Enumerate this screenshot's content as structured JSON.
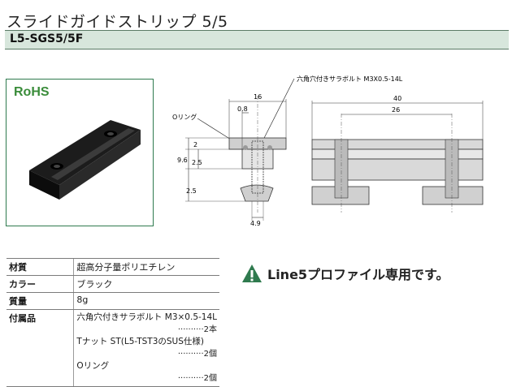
{
  "title": "スライドガイドストリップ 5/5",
  "part_number": "L5-SGS5/5F",
  "badge": {
    "label": "RoHS"
  },
  "drawing": {
    "callout_bolt": "六角穴付きサラボルト M3X0.5-14L",
    "callout_oring": "Oリング",
    "dim_16": "16",
    "dim_0_8": "0.8",
    "dim_2": "2",
    "dim_9_6": "9.6",
    "dim_2_5a": "2.5",
    "dim_2_5b": "2.5",
    "dim_4_9": "4.9",
    "dim_40": "40",
    "dim_26": "26"
  },
  "specs": {
    "rows": [
      {
        "key": "材質",
        "value": "超高分子量ポリエチレン"
      },
      {
        "key": "カラー",
        "value": "ブラック"
      },
      {
        "key": "質量",
        "value": "8g"
      }
    ],
    "accessory_key": "付属品",
    "accessories": [
      {
        "name": "六角穴付きサラボルト M3×0.5-14L",
        "qty": "··········2本"
      },
      {
        "name": "Tナット ST(L5-TST3のSUS仕様)",
        "qty": "··········2個"
      },
      {
        "name": "Oリング",
        "qty": "··········2個"
      }
    ]
  },
  "notice": {
    "text": "Line5プロファイル専用です。",
    "icon": "warning-icon",
    "icon_color": "#2f7a4e"
  },
  "colors": {
    "accent": "#2f7a4e",
    "title_bar": "#d7e6dc"
  }
}
